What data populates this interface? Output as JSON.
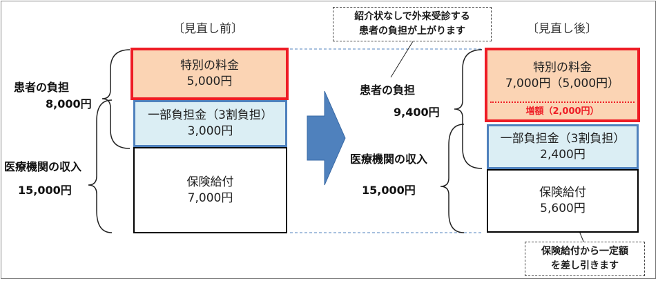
{
  "before": {
    "heading": "〔見直し前〕",
    "patient_burden_label": "患者の負担",
    "patient_burden_value": "8,000円",
    "hospital_income_label": "医療機関の収入",
    "hospital_income_value": "15,000円",
    "special_fee_title": "特別の料金",
    "special_fee_amount": "5,000円",
    "copay_title": "一部負担金（3割負担）",
    "copay_amount": "3,000円",
    "insurance_title": "保険給付",
    "insurance_amount": "7,000円"
  },
  "after": {
    "heading": "〔見直し後〕",
    "patient_burden_label": "患者の負担",
    "patient_burden_value": "9,400円",
    "hospital_income_label": "医療機関の収入",
    "hospital_income_value": "15,000円",
    "special_fee_title": "特別の料金",
    "special_fee_amount": "7,000円（5,000円）",
    "special_fee_increase": "増額（2,000円）",
    "copay_title": "一部負担金（3割負担）",
    "copay_amount": "2,400円",
    "insurance_title": "保険給付",
    "insurance_amount": "5,600円"
  },
  "callouts": {
    "top_line1": "紹介状なしで外来受診する",
    "top_line2": "患者の負担が上がります",
    "bottom_line1": "保険給付から一定額",
    "bottom_line2": "を差し引きます"
  },
  "colors": {
    "special_fill": "#fbd4b4",
    "special_border": "#ee1c25",
    "copay_fill": "#dbeef4",
    "copay_border": "#4f81bd",
    "arrow": "#4f81bd"
  }
}
